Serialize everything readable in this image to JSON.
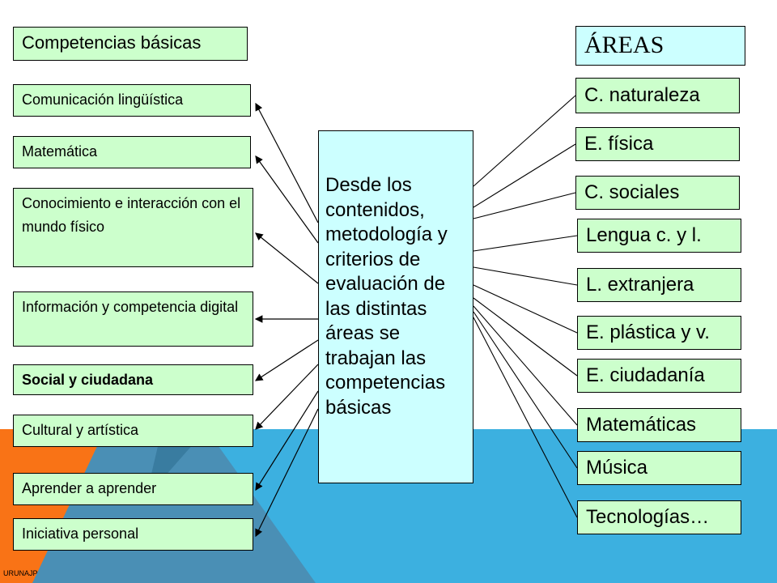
{
  "left_header": "Competencias básicas",
  "right_header": "ÁREAS",
  "center_text": "Desde los contenidos, metodología y criterios de evaluación de las distintas áreas se trabajan las competencias básicas",
  "competencias": [
    {
      "label": "Comunicación  lingüística",
      "bold": false
    },
    {
      "label": "Matemática",
      "bold": false
    },
    {
      "label": "Conocimiento e interacción con el mundo físico",
      "bold": false
    },
    {
      "label": "Información y competencia digital",
      "bold": false
    },
    {
      "label": "Social y ciudadana",
      "bold": true
    },
    {
      "label": "Cultural y artística",
      "bold": false
    },
    {
      "label": "Aprender a aprender",
      "bold": false
    },
    {
      "label": "Iniciativa personal",
      "bold": false
    }
  ],
  "areas": [
    "C. naturaleza",
    "E. física",
    "C. sociales",
    "Lengua c. y l.",
    "L. extranjera",
    "E. plástica y v.",
    "E. ciudadanía",
    "Matemáticas",
    "Música",
    "Tecnologías…"
  ],
  "footer": "URUNAJP",
  "colors": {
    "box_green": "#ccffcc",
    "box_cyan": "#ccffff",
    "band_blue": "#3cb0e0",
    "band_orange": "#f97316"
  }
}
